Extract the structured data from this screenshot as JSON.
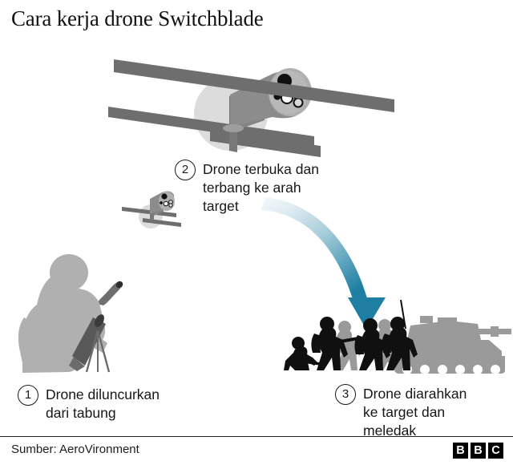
{
  "header": {
    "title": "Cara kerja drone Switchblade"
  },
  "steps": [
    {
      "number": "1",
      "text": "Drone diluncurkan\ndari tabung",
      "name": "step-1"
    },
    {
      "number": "2",
      "text": "Drone terbuka dan\nterbang ke arah\ntarget",
      "name": "step-2"
    },
    {
      "number": "3",
      "text": "Drone diarahkan\nke target dan\nmeledak",
      "name": "step-3"
    }
  ],
  "footer": {
    "source": "Sumber: AeroVironment",
    "logo": [
      "B",
      "B",
      "C"
    ]
  },
  "illustration": {
    "drone_large": "switchblade-drone-deployed",
    "drone_small": "switchblade-drone-small",
    "launcher": "soldier-with-launch-tube",
    "projectile": "drone-in-tube-flight",
    "target_group": "enemy-soldiers-and-tank",
    "trajectory_arrow": "curved-attack-arrow"
  },
  "colors": {
    "arrow_dark": "#1f7fa3",
    "arrow_light": "#eef6f9",
    "drone_body": "#8c8c8c",
    "drone_body_light": "#b3b3b3",
    "drone_wing": "#6e6e6e",
    "propeller_disc": "#dcdcdc",
    "soldier_light": "#b0b0b0",
    "soldier_dark": "#101010",
    "tank_gray": "#9a9a9a",
    "text": "#17171a",
    "rule": "#232323",
    "logo_bg": "#000000"
  }
}
